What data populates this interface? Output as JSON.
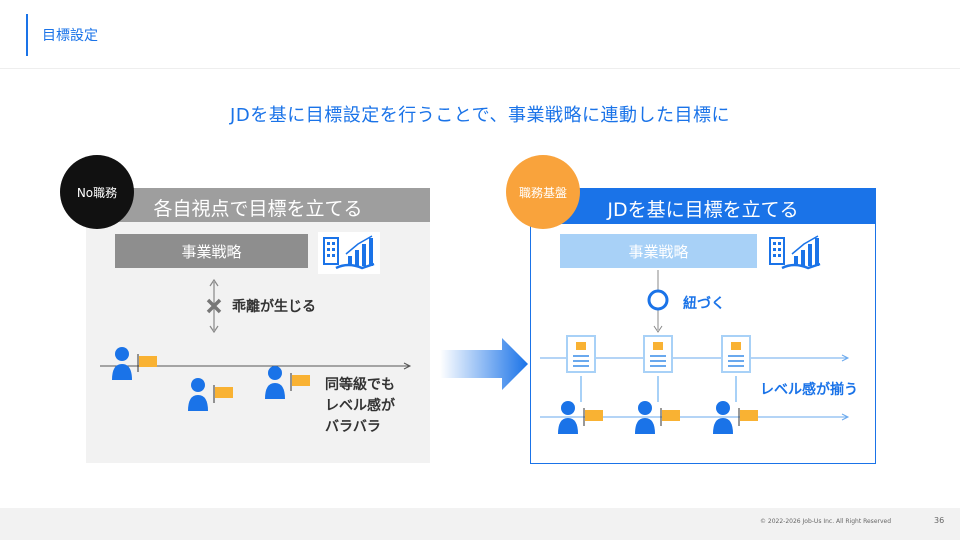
{
  "header": {
    "title": "目標設定"
  },
  "headline": "JDを基に目標設定を行うことで、事業戦略に連動した目標に",
  "left": {
    "badge": "No職務",
    "title": "各自視点で目標を立てる",
    "strategy": "事業戦略",
    "gap": "乖離が生じる",
    "varies_line1": "同等級でも",
    "varies_line2": "レベル感が",
    "varies_line3": "バラバラ"
  },
  "right": {
    "badge": "職務基盤",
    "title": "JDを基に目標を立てる",
    "strategy": "事業戦略",
    "link": "紐づく",
    "aligned": "レベル感が揃う"
  },
  "footer": {
    "copyright": "© 2022-2026 Job-Us Inc. All Right Reserved",
    "page": "36"
  },
  "colors": {
    "accent": "#1a73e8",
    "person": "#1a73e8",
    "flag": "#f9b233",
    "orange_badge": "#f9a33c",
    "light_blue": "#a8d1f7"
  }
}
